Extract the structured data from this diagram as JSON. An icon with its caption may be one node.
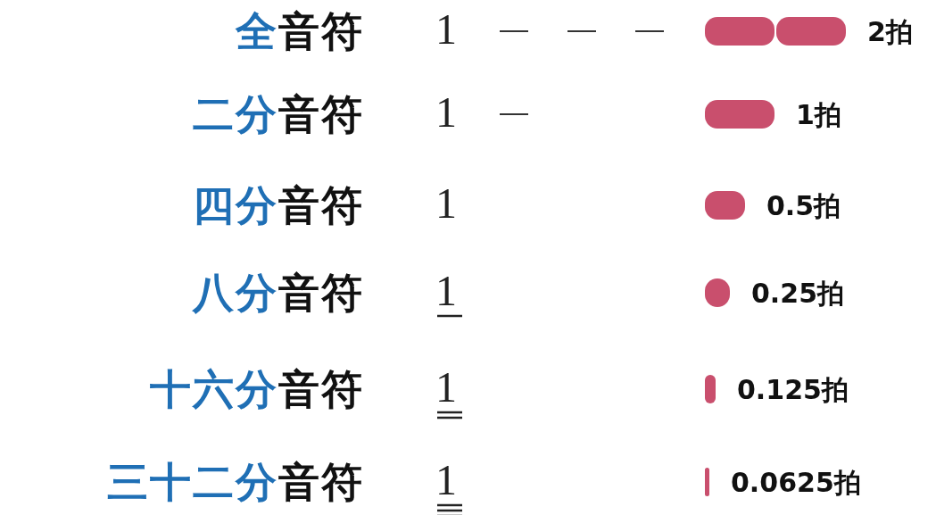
{
  "diagram": {
    "labels": [
      "全音符",
      "1",
      "2拍",
      "二分音符",
      "1",
      "1拍",
      "四分音符",
      "1",
      "0.5拍",
      "八分音符",
      "1",
      "0.25拍",
      "十六分音符",
      "1",
      "0.125拍",
      "三十二分音符",
      "1",
      "0.0625拍"
    ]
  }
}
